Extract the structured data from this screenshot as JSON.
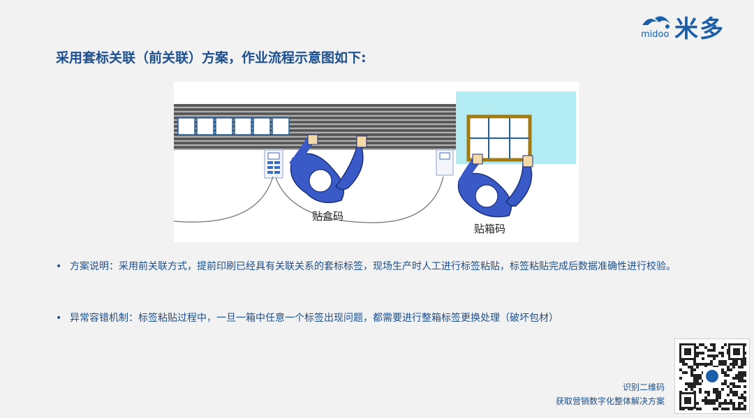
{
  "brand": {
    "name": "米多",
    "sub": "midoo"
  },
  "title": "采用套标关联（前关联）方案，作业流程示意图如下:",
  "figure": {
    "label_box": "贴盒码",
    "label_case": "贴箱码"
  },
  "bullets": [
    {
      "marker": "•",
      "text": "方案说明：采用前关联方式，提前印刷已经具有关联关系的套标标签，现场生产时人工进行标签粘贴，标签粘贴完成后数据准确性进行校验。"
    },
    {
      "marker": "•",
      "text": "异常容错机制：标签粘贴过程中，一旦一箱中任意一个标签出现问题，都需要进行整箱标签更换处理（破坏包材）"
    }
  ],
  "qr": {
    "caption_1": "识别二维码",
    "caption_2": "获取营销数字化整体解决方案"
  },
  "colors": {
    "brand_blue": "#1c4f8f",
    "worker_blue": "#3a5bc7",
    "panel_cyan": "#b2ebf2",
    "box_frame": "#a37a10"
  }
}
